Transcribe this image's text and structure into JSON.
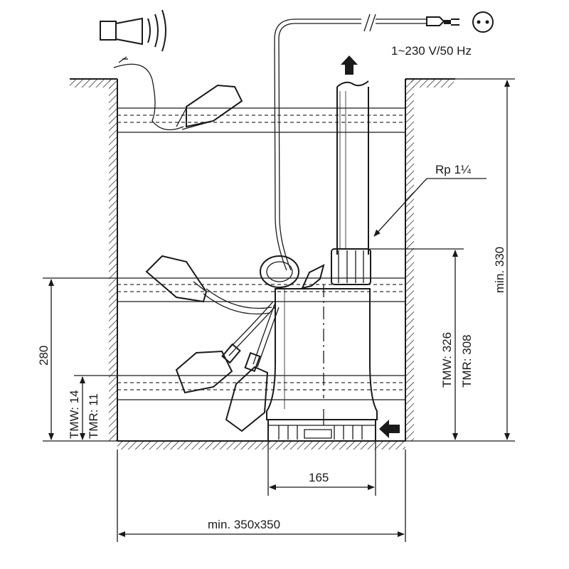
{
  "labels": {
    "power_supply": "1~230 V/50 Hz",
    "pipe_thread": "Rp 1¼",
    "min_height": "min. 330",
    "tmw_high": "TMW: 326",
    "tmr_high": "TMR: 308",
    "depth_280": "280",
    "tmw_low": "TMW: 14",
    "tmr_low": "TMR: 11",
    "pump_width": "165",
    "pit_size": "min. 350x350"
  },
  "icons": [
    "alarm-horn-icon",
    "power-plug-icon",
    "socket-icon",
    "flow-out-arrow-icon",
    "flow-in-arrow-icon"
  ]
}
